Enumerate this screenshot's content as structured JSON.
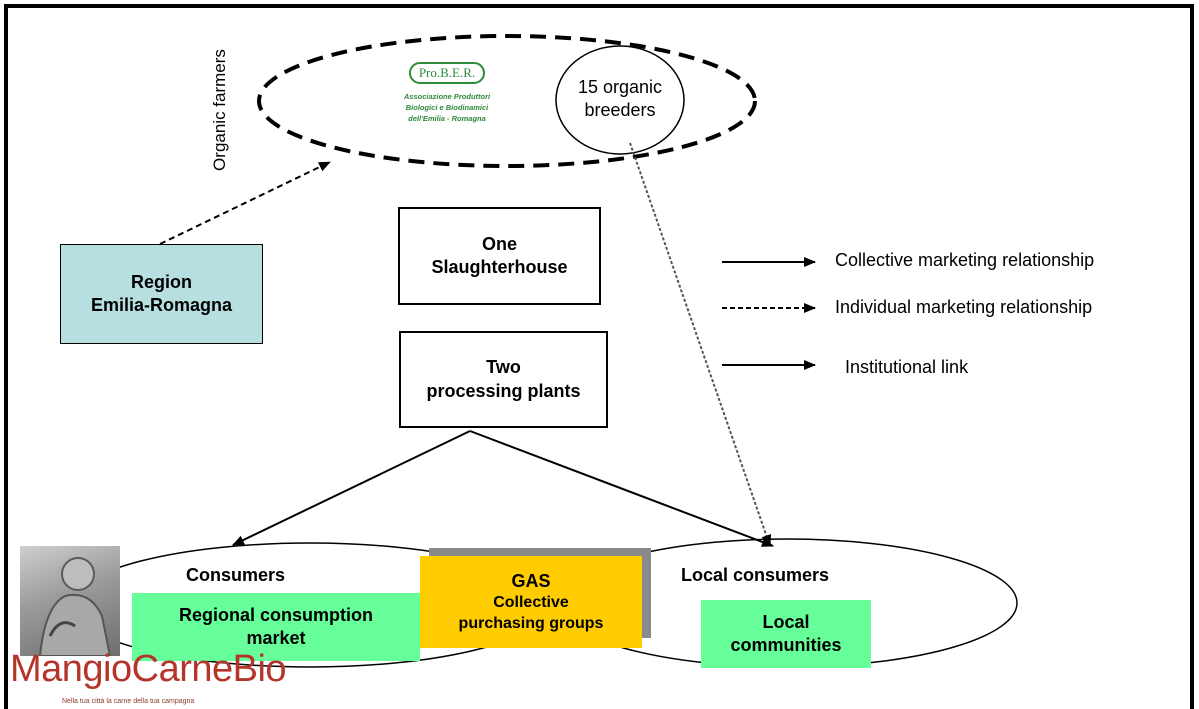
{
  "organic_farmers_label": "Organic farmers",
  "prober_logo": {
    "name": "Pro.B.E.R.",
    "subtitle_lines": [
      "Associazione Produttori",
      "Biologici e Biodinamici",
      "dell'Emilia - Romagna"
    ],
    "color": "#2e8b3a"
  },
  "breeders": {
    "line1": "15 organic",
    "line2": "breeders"
  },
  "region": {
    "line1": "Region",
    "line2": "Emilia-Romagna",
    "fill": "#b7dfe0"
  },
  "slaughterhouse": {
    "line1": "One",
    "line2": "Slaughterhouse"
  },
  "processing": {
    "line1": "Two",
    "line2": "processing plants"
  },
  "legend": {
    "collective": "Collective marketing relationship",
    "individual": "Individual marketing relationship",
    "institutional": "Institutional link"
  },
  "consumers": {
    "title": "Consumers",
    "market_line1": "Regional consumption",
    "market_line2": "market",
    "fill": "#66ff99"
  },
  "gas": {
    "line1": "GAS",
    "line2": "Collective",
    "line3": "purchasing groups",
    "fill": "#ffcc00"
  },
  "local": {
    "title": "Local consumers",
    "comm_line1": "Local",
    "comm_line2": "communities",
    "fill": "#66ff99"
  },
  "mangio_logo": {
    "name": "MangioCarneBio",
    "tagline": "Nella tua città la carne della tua campagna",
    "color": "#b5352b"
  }
}
